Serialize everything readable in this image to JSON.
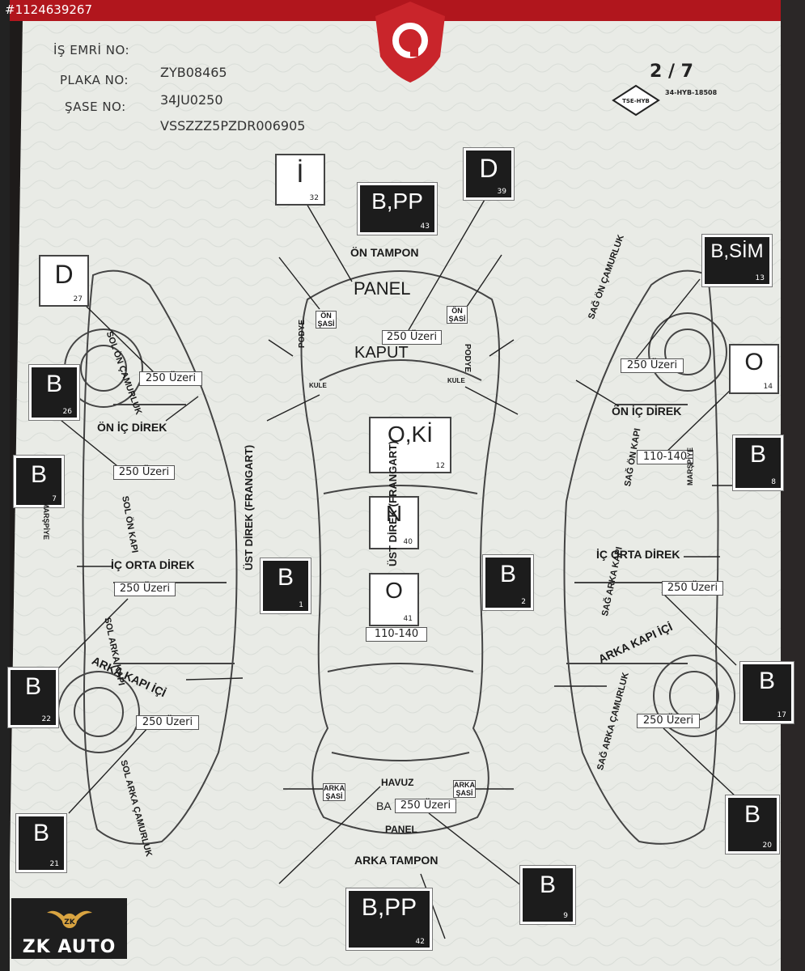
{
  "watermark": "#1124639267",
  "header": {
    "labels": {
      "is_emri": "İŞ EMRİ NO:",
      "plaka": "PLAKA NO:",
      "sase": "ŞASE NO:"
    },
    "plaka_value": "ZYB08465",
    "sase_value_1": "34JU0250",
    "sase_value_2": "VSSZZZ5PZDR006905",
    "page_index": "2 / 7",
    "tse_badge": "TSE-HYB",
    "tse_number": "34-HYB-18508"
  },
  "codes": [
    {
      "code": "İ",
      "num": "32",
      "dark": false
    },
    {
      "code": "B,PP",
      "num": "43",
      "dark": true
    },
    {
      "code": "D",
      "num": "39",
      "dark": true
    },
    {
      "code": "D",
      "num": "27",
      "dark": false
    },
    {
      "code": "B",
      "num": "26",
      "dark": true
    },
    {
      "code": "B",
      "num": "7",
      "dark": true
    },
    {
      "code": "B",
      "num": "22",
      "dark": true
    },
    {
      "code": "B",
      "num": "21",
      "dark": true
    },
    {
      "code": "B,SİM",
      "num": "13",
      "dark": true
    },
    {
      "code": "O",
      "num": "14",
      "dark": false
    },
    {
      "code": "B",
      "num": "8",
      "dark": true
    },
    {
      "code": "B",
      "num": "17",
      "dark": true
    },
    {
      "code": "B",
      "num": "20",
      "dark": true
    },
    {
      "code": "O,Kİ",
      "num": "12",
      "dark": false
    },
    {
      "code": "N",
      "num": "40",
      "dark": false
    },
    {
      "code": "O",
      "num": "41",
      "dark": false
    },
    {
      "code": "B",
      "num": "1",
      "dark": true
    },
    {
      "code": "B",
      "num": "2",
      "dark": true
    },
    {
      "code": "B",
      "num": "9",
      "dark": true
    },
    {
      "code": "B,PP",
      "num": "42",
      "dark": true
    }
  ],
  "measures": [
    "250 Üzeri",
    "250 Üzeri",
    "250 Üzeri",
    "250 Üzeri",
    "250 Üzeri",
    "250 Üzeri",
    "110-140",
    "250 Üzeri",
    "250 Üzeri",
    "110-140",
    "250 Üzeri"
  ],
  "parts": {
    "on_tampon": "ÖN TAMPON",
    "panel_front": "PANEL",
    "kaput": "KAPUT",
    "on_sasi": "ÖN ŞASİ",
    "podye": "PODYE",
    "kule": "KULE",
    "ust_direk": "ÜST DİREK (FRANGART)",
    "havuz": "HAVUZ",
    "bagaj": "BA",
    "arka_sasi": "ARKA ŞASİ",
    "panel_rear": "PANEL",
    "arka_tampon": "ARKA TAMPON",
    "sol_on_camurluk": "SOL ÖN ÇAMURLUK",
    "on_ic_direk": "ÖN İÇ DİREK",
    "sol_on_kapi": "SOL ÖN KAPI",
    "marspiye": "MARŞPİYE",
    "ic_orta_direk": "İÇ ORTA DİREK",
    "sol_arka_kapi": "SOL ARKA KAPI",
    "arka_kapi_ici": "ARKA KAPI İÇİ",
    "sol_arka_camurluk": "SOL ARKA ÇAMURLUK",
    "sag_on_camurluk": "SAĞ ÖN ÇAMURLUK",
    "sag_on_kapi": "SAĞ ÖN KAPI",
    "sag_arka_kapi": "SAĞ ARKA KAPI",
    "sag_arka_camurluk": "SAĞ ARKA ÇAMURLUK"
  },
  "logo": {
    "text": "ZK AUTO",
    "badge": "ZK"
  },
  "colors": {
    "brand_red": "#b1161d",
    "code_box": "#1c1c1c",
    "paper": "#e9ebe6",
    "line": "#2a2a2a"
  }
}
